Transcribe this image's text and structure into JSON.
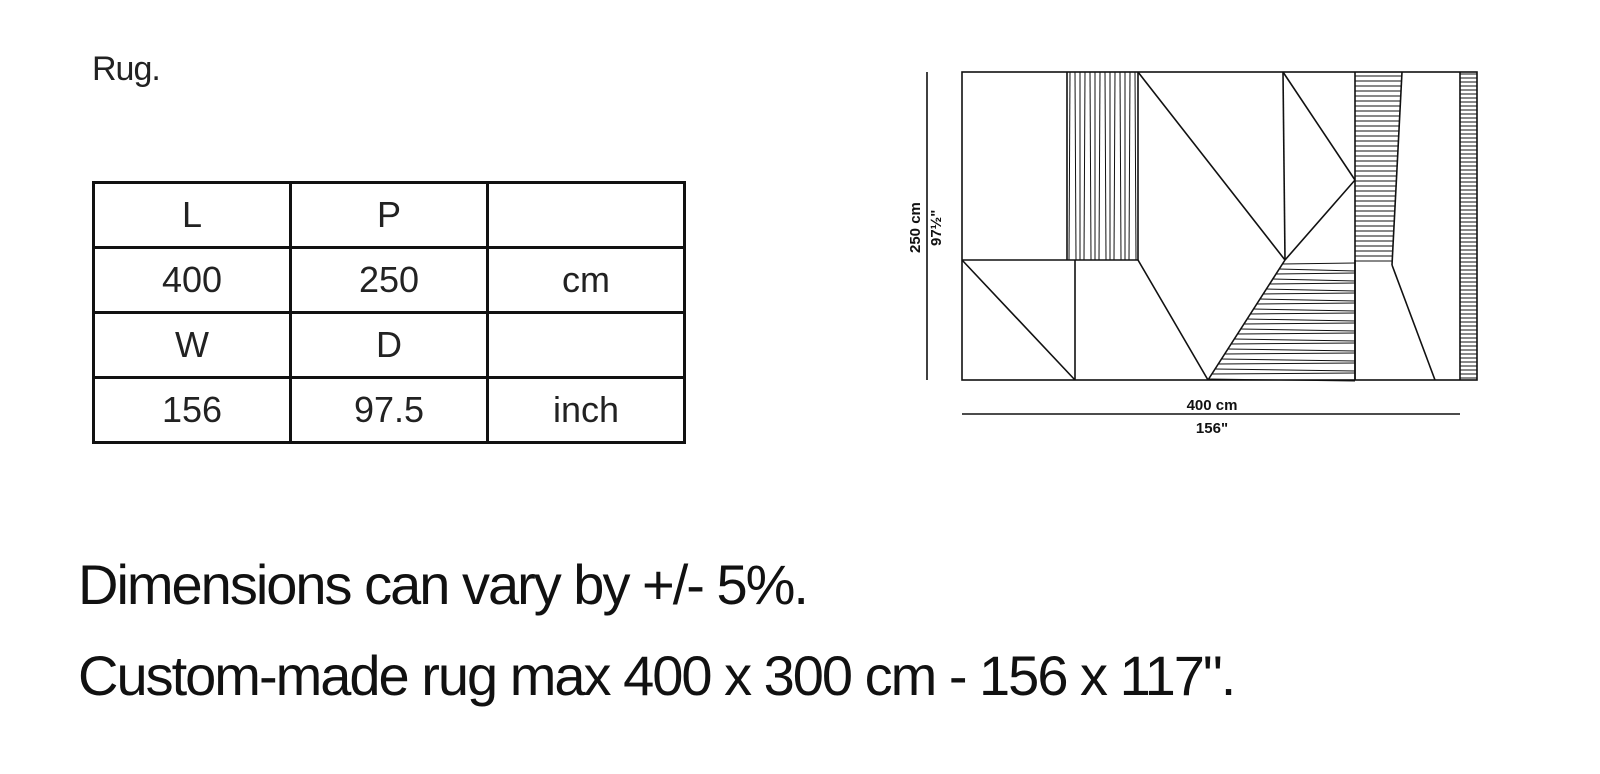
{
  "title": "Rug.",
  "table": {
    "rows": [
      [
        "L",
        "P",
        ""
      ],
      [
        "400",
        "250",
        "cm"
      ],
      [
        "W",
        "D",
        ""
      ],
      [
        "156",
        "97.5",
        "inch"
      ]
    ]
  },
  "drawing": {
    "height_cm": "250 cm",
    "height_in": "97½\"",
    "width_cm": "400 cm",
    "width_in": "156\""
  },
  "notes": {
    "line1": "Dimensions can vary by +/- 5%.",
    "line2": "Custom-made rug max 400 x 300 cm - 156 x 117\"."
  }
}
